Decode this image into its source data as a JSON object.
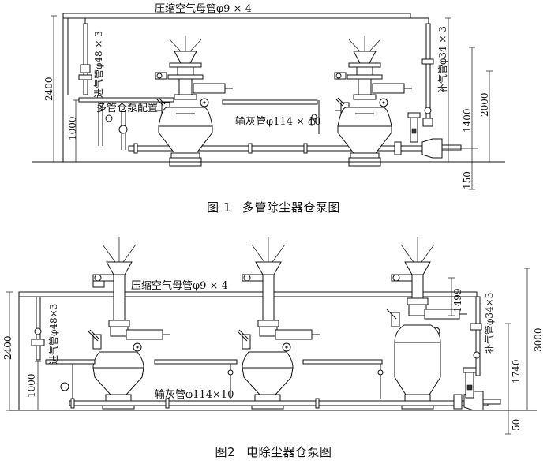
{
  "figure1": {
    "caption_number": "图 1",
    "caption_title": "多管除尘器仓泵图",
    "labels": {
      "compressed_air_main": "压缩空气母管φ9 × 4",
      "inlet_pipe": "进气管φ48 × 3",
      "makeup_pipe": "补气管φ34 × 3",
      "ash_pipe": "输灰管φ114 × 10",
      "pump_config": "多管仓泵配置"
    },
    "dimensions": [
      "2400",
      "1000",
      "2000",
      "1400",
      "150"
    ]
  },
  "figure2": {
    "caption_number": "图2",
    "caption_title": "电除尘器仓泵图",
    "labels": {
      "compressed_air_main": "压缩空气母管φ9 × 4",
      "inlet_pipe": "进气管φ48×3",
      "makeup_pipe": "补气管φ34×3",
      "ash_pipe": "输灰管φ114×10"
    },
    "dimensions": [
      "2400",
      "1000",
      "1499",
      "3000",
      "1740",
      "50"
    ]
  }
}
